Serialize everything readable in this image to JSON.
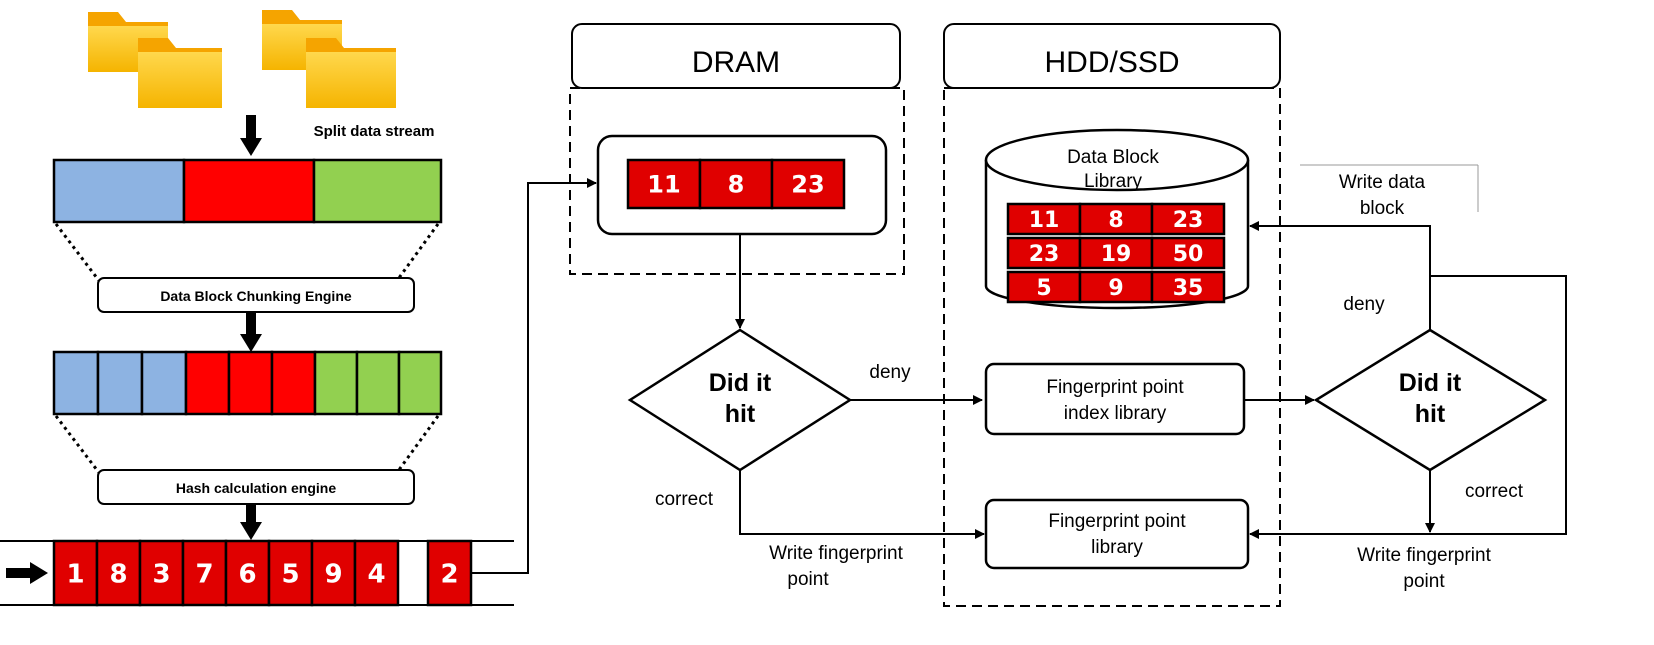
{
  "left": {
    "split_label": "Split data stream",
    "chunking_engine": "Data Block Chunking Engine",
    "hash_engine": "Hash calculation engine",
    "stream_numbers": [
      "1",
      "8",
      "3",
      "7",
      "6",
      "5",
      "9",
      "4",
      "2"
    ],
    "colors": {
      "blue": "#8db3e2",
      "red": "#ff0000",
      "green": "#92d050",
      "folder": "#ffc62a"
    }
  },
  "dram": {
    "title": "DRAM",
    "cache": [
      "11",
      "8",
      "23"
    ]
  },
  "storage": {
    "title": "HDD/SSD",
    "library_label": "Data Block Library",
    "library_rows": [
      [
        "11",
        "8",
        "23"
      ],
      [
        "23",
        "19",
        "50"
      ],
      [
        "5",
        "9",
        "35"
      ]
    ],
    "fp_index": "Fingerprint point index library",
    "fp_library": "Fingerprint point library"
  },
  "flow": {
    "decision1": "Did it hit",
    "decision2": "Did it hit",
    "deny1": "deny",
    "deny2": "deny",
    "correct1": "correct",
    "correct2": "correct",
    "write_fp1": "Write fingerprint point",
    "write_fp2": "Write fingerprint point",
    "write_block": "Write data block"
  },
  "cell_color": "#e00000"
}
